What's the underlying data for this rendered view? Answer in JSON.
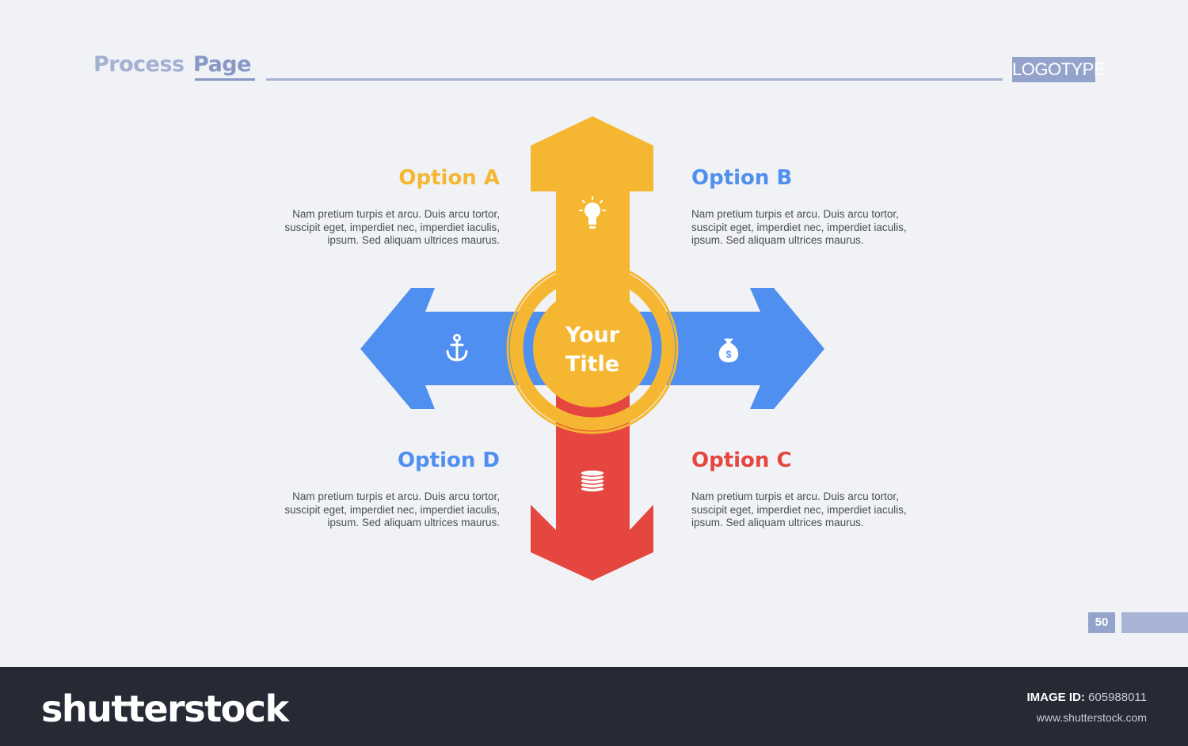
{
  "header": {
    "title_part1": "Process",
    "title_part2": "Page",
    "logo": "LOGOTYPE"
  },
  "center": {
    "line1": "Your",
    "line2": "Title"
  },
  "options": {
    "a": {
      "title": "Option A",
      "body": "Nam pretium turpis et arcu. Duis arcu tortor, suscipit eget, imperdiet nec, imperdiet iaculis, ipsum. Sed aliquam ultrices maurus.",
      "color": "#f5b731",
      "icon": "lightbulb-icon"
    },
    "b": {
      "title": "Option B",
      "body": "Nam pretium turpis et arcu. Duis arcu tortor, suscipit eget, imperdiet nec, imperdiet iaculis, ipsum. Sed aliquam ultrices maurus.",
      "color": "#4e8ff0",
      "icon": "money-bag-icon"
    },
    "c": {
      "title": "Option C",
      "body": "Nam pretium turpis et arcu. Duis arcu tortor, suscipit eget, imperdiet nec, imperdiet iaculis, ipsum. Sed aliquam ultrices maurus.",
      "color": "#e54640",
      "icon": "coins-icon"
    },
    "d": {
      "title": "Option D",
      "body": "Nam pretium turpis et arcu. Duis arcu tortor, suscipit eget, imperdiet nec, imperdiet iaculis, ipsum. Sed aliquam ultrices maurus.",
      "color": "#4e8ff0",
      "icon": "anchor-icon"
    }
  },
  "page_number": "50",
  "footer": {
    "brand": "shutterstock",
    "image_id_label": "IMAGE ID:",
    "image_id": "605988011",
    "url": "www.shutterstock.com"
  },
  "colors": {
    "yellow": "#f5b731",
    "blue": "#4e8ff0",
    "red": "#e54640",
    "accent": "#94a3cb"
  }
}
